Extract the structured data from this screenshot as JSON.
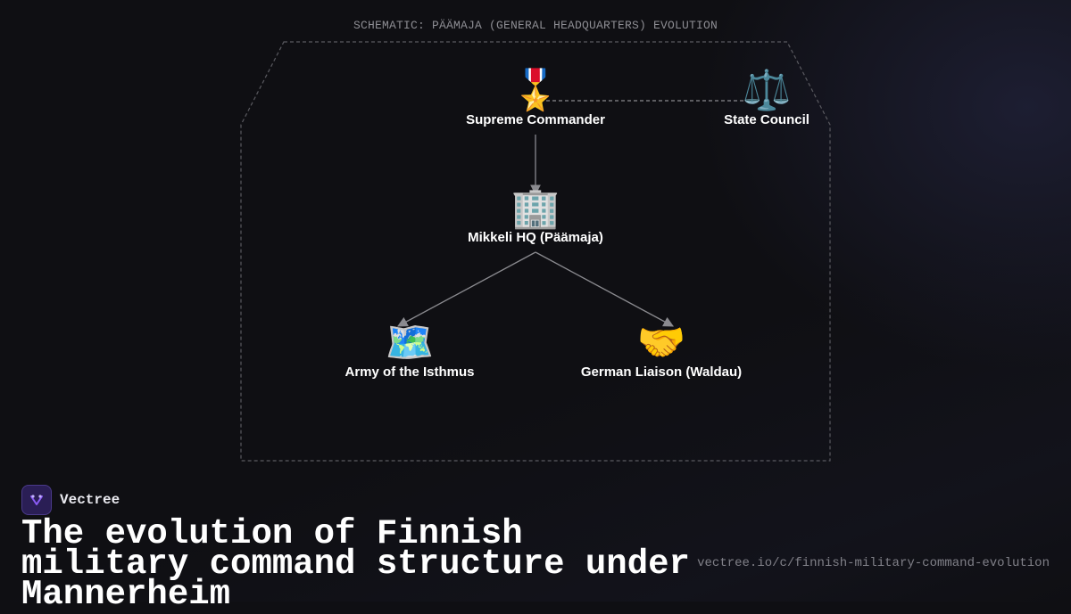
{
  "caption": "SCHEMATIC: PÄÄMAJA (GENERAL HEADQUARTERS) EVOLUTION",
  "nodes": {
    "supreme_commander": {
      "label": "Supreme Commander",
      "icon": "🎖️",
      "icon_name": "military-medal-icon"
    },
    "state_council": {
      "label": "State Council",
      "icon": "⚖️",
      "icon_name": "balance-scale-icon"
    },
    "mikkeli_hq": {
      "label": "Mikkeli HQ (Päämaja)",
      "icon": "🏢",
      "icon_name": "office-building-icon"
    },
    "army_isthmus": {
      "label": "Army of the Isthmus",
      "icon": "🗺️",
      "icon_name": "world-map-icon"
    },
    "german_liaison": {
      "label": "German Liaison (Waldau)",
      "icon": "🤝",
      "icon_name": "handshake-icon"
    }
  },
  "edges": [
    {
      "from": "supreme_commander",
      "to": "state_council",
      "style": "dashed",
      "arrow": false
    },
    {
      "from": "supreme_commander",
      "to": "mikkeli_hq",
      "style": "solid",
      "arrow": true
    },
    {
      "from": "mikkeli_hq",
      "to": "army_isthmus",
      "style": "solid",
      "arrow": true
    },
    {
      "from": "mikkeli_hq",
      "to": "german_liaison",
      "style": "solid",
      "arrow": true
    }
  ],
  "brand": {
    "name": "Vectree"
  },
  "headline": "The evolution of Finnish military command structure under Mannerheim",
  "url": "vectree.io/c/finnish-military-command-evolution",
  "colors": {
    "background": "#0f0f13",
    "edge": "#8a8a8f",
    "frame": "#5a5a60",
    "brand_accent": "#8b5cf6"
  }
}
